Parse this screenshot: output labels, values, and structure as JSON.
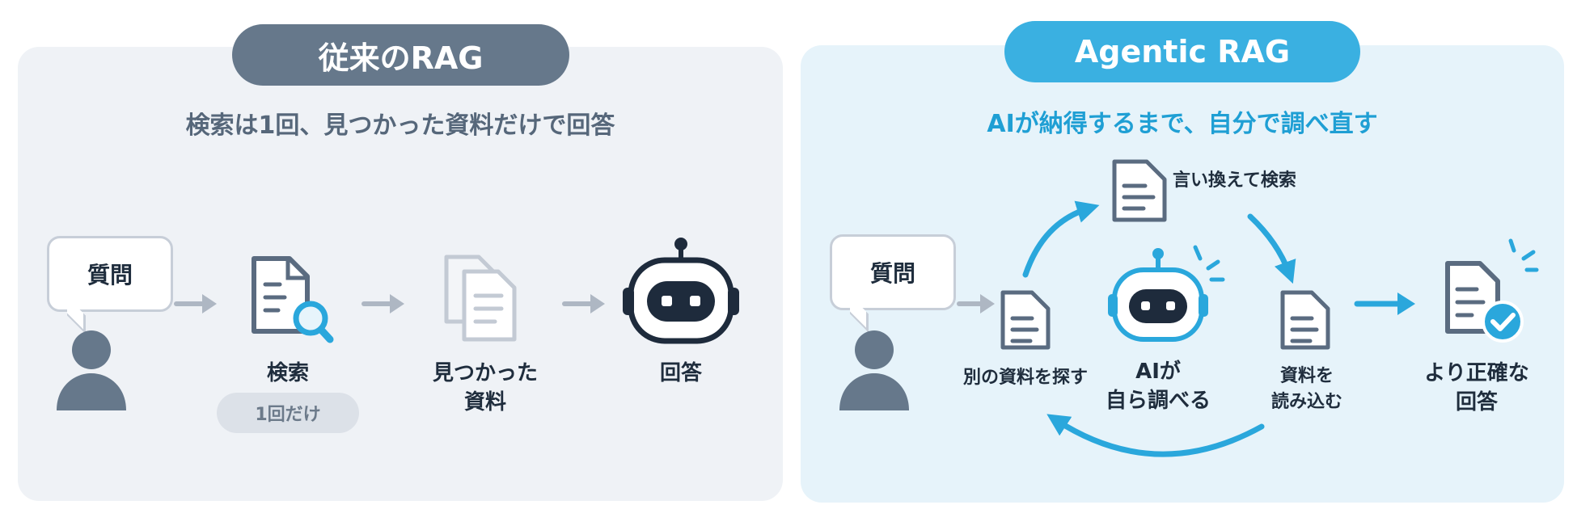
{
  "left": {
    "title": "従来のRAG",
    "subtitle": "検索は1回、見つかった資料だけで回答",
    "question_label": "質問",
    "search_label": "検索",
    "search_badge": "1回だけ",
    "found_label_line1": "見つかった",
    "found_label_line2": "資料",
    "answer_label": "回答"
  },
  "right": {
    "title": "Agentic RAG",
    "subtitle": "AIが納得するまで、自分で調べ直す",
    "question_label": "質問",
    "rephrase_label": "言い換えて検索",
    "find_other_label": "別の資料を探す",
    "ai_label_line1": "AIが",
    "ai_label_line2": "自ら調べる",
    "read_label_line1": "資料を",
    "read_label_line2": "読み込む",
    "result_label_line1": "より正確な",
    "result_label_line2": "回答"
  },
  "colors": {
    "left_accent": "#66788b",
    "right_accent": "#3ab0e1",
    "doc_stroke": "#5a6b80",
    "arrow_gray": "#aeb7c3",
    "robot_dark": "#1e2b3c"
  },
  "icons": [
    "speech-bubble-icon",
    "person-icon",
    "document-search-icon",
    "documents-icon",
    "robot-icon",
    "document-icon",
    "document-check-icon",
    "arrow-right-icon",
    "cycle-arrow-icon"
  ]
}
